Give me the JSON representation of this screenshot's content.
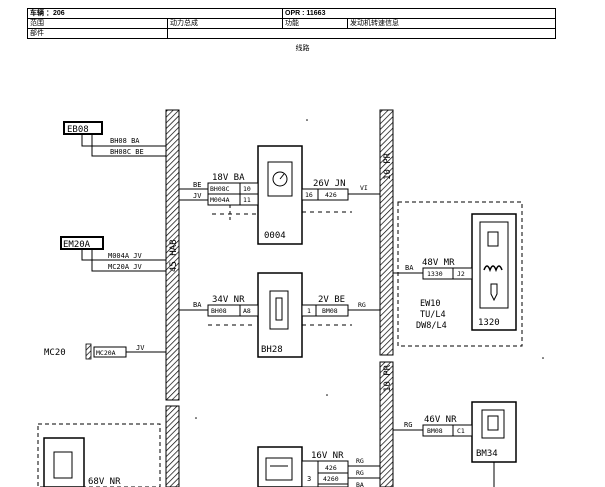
{
  "header": {
    "row1": {
      "vehicle": "车辆 ：206",
      "opr": "OPR : 11663"
    },
    "row2": {
      "scope_label": "范围",
      "scope_value": "动力总成",
      "function_label": "功能",
      "function_value": "发动机转速信息"
    },
    "row3": {
      "part_label": "部件"
    }
  },
  "caption": "线路",
  "diagram": {
    "buses": {
      "left_a": "45 HAB",
      "right_a": "10 PR",
      "right_b": "10 PR"
    },
    "eb08": {
      "name": "EB08",
      "wire1": "BH08 BA",
      "wire2": "BH08C BE"
    },
    "em20a": {
      "name": "EM20A",
      "wire1": "M004A JV",
      "wire2": "MC20A JV"
    },
    "mc20": {
      "name": "MC20",
      "box": "MC20A",
      "color": "JV"
    },
    "c0004": {
      "name": "0004",
      "left_conn": "18V BA",
      "left_c1": "BE",
      "left_c2": "JV",
      "left_w1": "BH08C",
      "left_p1": "10",
      "left_w2": "M004A",
      "left_p2": "11",
      "right_conn": "26V JN",
      "right_pin": "16",
      "right_wire": "426",
      "right_c": "VI"
    },
    "bh28": {
      "name": "BH28",
      "left_conn": "34V NR",
      "left_c": "BA",
      "left_wire": "BH08",
      "left_pin": "A8",
      "right_conn": "2V BE",
      "right_pin": "1",
      "right_wire": "BM08",
      "right_c": "RG"
    },
    "c1320": {
      "name": "1320",
      "conn": "48V MR",
      "c": "BA",
      "wire": "1330",
      "pin": "J2",
      "variants": [
        "EW10",
        "TU/L4",
        "DW8/L4"
      ]
    },
    "bm34": {
      "name": "BM34",
      "conn": "46V NR",
      "c": "RG",
      "wire": "BM08",
      "pin": "C1"
    },
    "bottom": {
      "conn": "16V NR",
      "pin": "3",
      "wires": [
        "426",
        "4260",
        ""
      ],
      "colors": [
        "RG",
        "RG",
        "BA"
      ],
      "left_conn": "68V NR"
    }
  }
}
